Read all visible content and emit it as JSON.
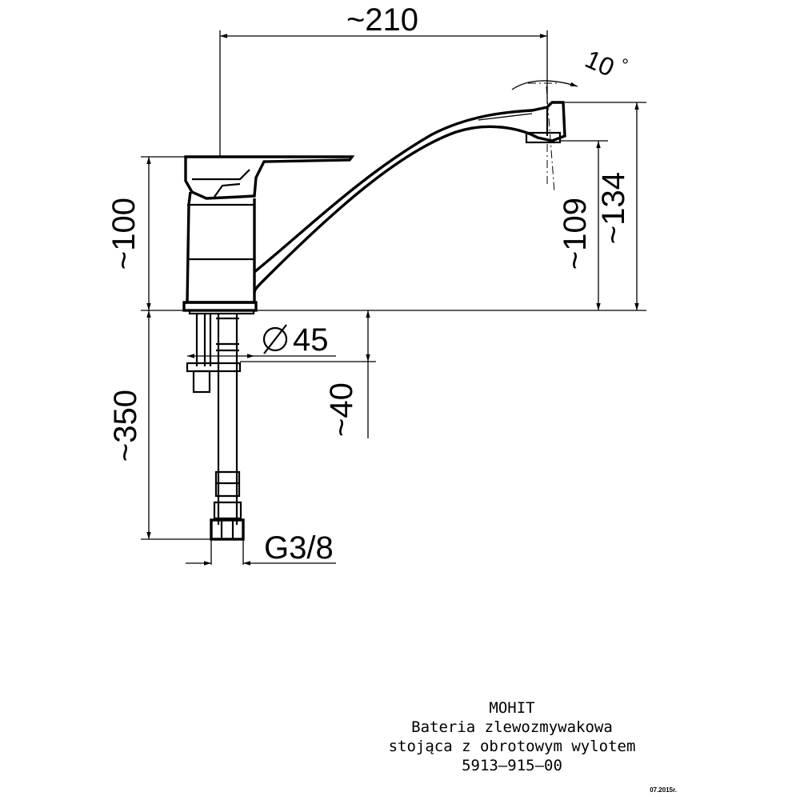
{
  "dimensions": {
    "spout_reach": "~210",
    "spout_angle": "10",
    "degree_symbol": "°",
    "body_height": "~100",
    "outlet_height": "~109",
    "total_height": "~134",
    "base_diameter": "45",
    "mounting_thickness": "~40",
    "hose_length": "~350",
    "connection_thread": "G3/8"
  },
  "title_block": {
    "model": "MOHIT",
    "description_line1": "Bateria zlewozmywakowa",
    "description_line2": "stojąca z obrotowym wylotem",
    "part_number": "5913–915–00",
    "date": "07.2015r."
  }
}
